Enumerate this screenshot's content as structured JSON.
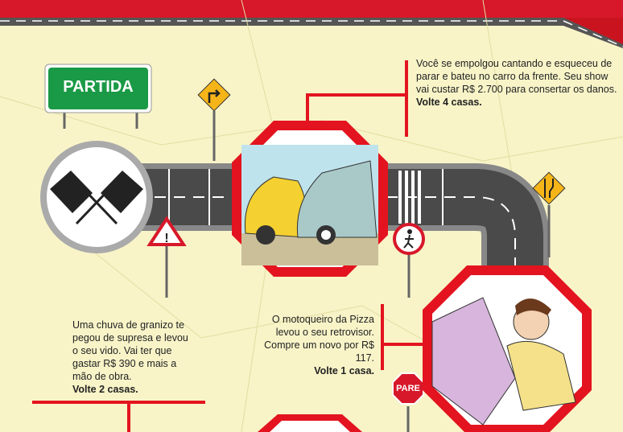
{
  "start_sign": "PARTIDA",
  "stop_sign": "PARE",
  "events": [
    {
      "text": "Você se empolgou cantando e esqueceu de parar e bateu no carro da frente. Seu show vai custar R$ 2.700 para consertar os danos.",
      "penalty": "Volte 4 casas."
    },
    {
      "text": "Uma chuva de granizo te pegou de supresa e levou o seu vido. Vai ter que gastar R$ 390 e mais a mão de obra.",
      "penalty": "Volte 2 casas."
    },
    {
      "text": "O motoqueiro da Pizza levou o seu retrovisor. Compre um novo por R$ 117.",
      "penalty": "Volte 1 casa."
    }
  ],
  "colors": {
    "banner": "#d7182a",
    "road": "#4a4a4a",
    "background": "#f8f4c8",
    "sign_green": "#1a9a46",
    "sign_yellow": "#f5b519"
  }
}
